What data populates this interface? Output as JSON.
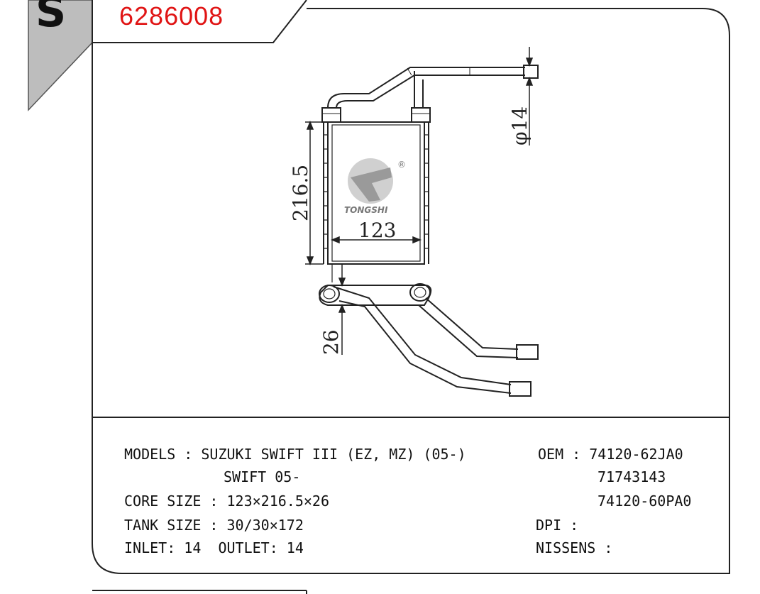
{
  "header": {
    "side_tab_letter": "S",
    "part_number": "6286008"
  },
  "colors": {
    "part_number": "#e01414",
    "line": "#222222",
    "tab_gray": "#bdbdbd"
  },
  "diagram": {
    "dimension_height": "216.5",
    "dimension_width": "123",
    "dimension_depth": "26",
    "dimension_pipe": "φ14",
    "logo_text": "TONGSHI",
    "logo_registered": "®"
  },
  "specs": {
    "models_label": "MODELS : SUZUKI SWIFT III (EZ, MZ) (05-)",
    "models_line2": "SWIFT 05-",
    "core_size": "CORE SIZE : 123×216.5×26",
    "tank_size": "TANK SIZE : 30/30×172",
    "inlet_outlet": "INLET: 14  OUTLET: 14",
    "oem_label": "OEM : 74120-62JA0",
    "oem_2": "71743143",
    "oem_3": "74120-60PA0",
    "dpi_label": "DPI :",
    "nissens_label": "NISSENS :"
  }
}
